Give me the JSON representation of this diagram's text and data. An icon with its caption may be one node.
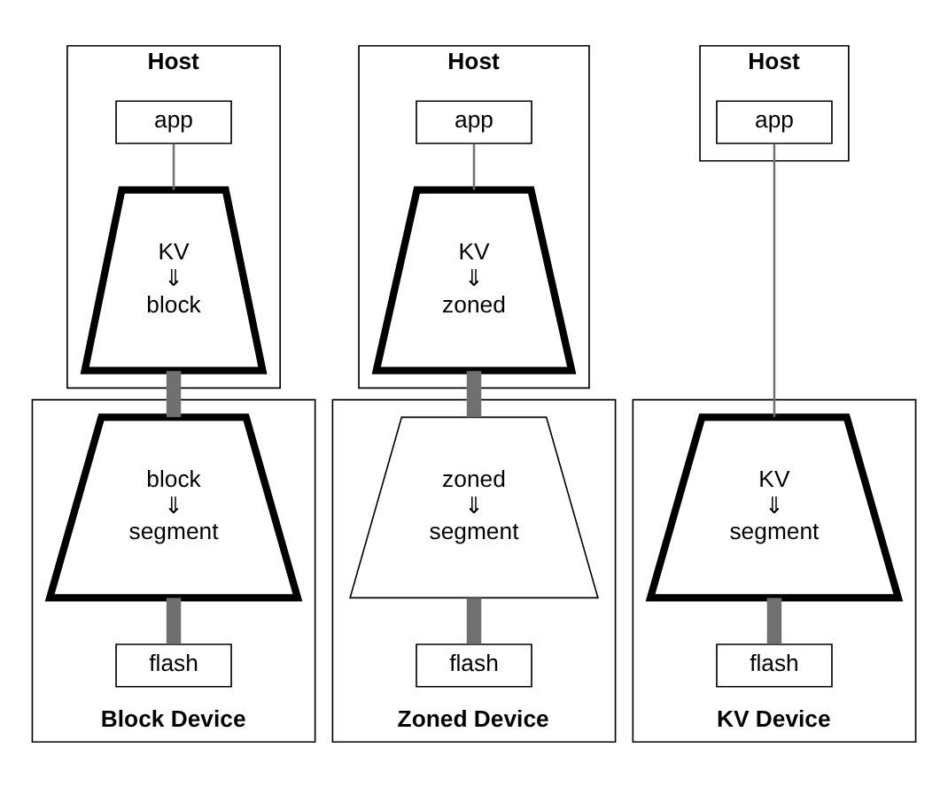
{
  "diagram": {
    "nodes": [
      {
        "text": [
          "Host"
        ]
      },
      {
        "text": [
          "app"
        ],
        "in": 0
      },
      {
        "text": [
          "KV",
          "⇓",
          "block"
        ],
        "in": 0
      },
      {
        "text": [
          "Host"
        ]
      },
      {
        "text": [
          "app"
        ],
        "in": 3
      },
      {
        "text": [
          "KV",
          "⇓",
          "zoned"
        ],
        "in": 3
      },
      {
        "text": [
          "Host"
        ]
      },
      {
        "text": [
          "app"
        ],
        "in": 6
      },
      {
        "text": [
          "Block Device"
        ]
      },
      {
        "text": [
          "block",
          "⇓",
          "segment"
        ],
        "in": 8
      },
      {
        "text": [
          "flash"
        ],
        "in": 8
      },
      {
        "text": [
          "Zoned Device"
        ]
      },
      {
        "text": [
          "zoned",
          "⇓",
          "segment"
        ],
        "in": 11
      },
      {
        "text": [
          "flash"
        ],
        "in": 11
      },
      {
        "text": [
          "KV Device"
        ]
      },
      {
        "text": [
          "KV",
          "⇓",
          "segment"
        ],
        "in": 14
      },
      {
        "text": [
          "flash"
        ],
        "in": 14
      }
    ],
    "edges": [
      {
        "from": 1,
        "to": 2,
        "arrow": "none"
      },
      {
        "from": 2,
        "to": 9,
        "arrow": "none"
      },
      {
        "from": 9,
        "to": 10,
        "arrow": "none"
      },
      {
        "from": 4,
        "to": 5,
        "arrow": "none"
      },
      {
        "from": 5,
        "to": 12,
        "arrow": "none"
      },
      {
        "from": 12,
        "to": 13,
        "arrow": "none"
      },
      {
        "from": 7,
        "to": 15,
        "arrow": "none"
      },
      {
        "from": 15,
        "to": 16,
        "arrow": "none"
      }
    ]
  }
}
